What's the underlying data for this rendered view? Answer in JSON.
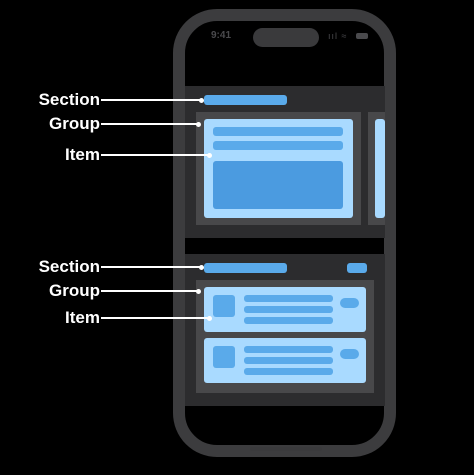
{
  "status_bar": {
    "time": "9:41",
    "icons": "ııl ≈"
  },
  "labels": {
    "section": "Section",
    "group": "Group",
    "item": "Item"
  },
  "colors": {
    "background": "#000000",
    "phone_frame": "#3c3c3e",
    "section_fill": "#2c2c2e",
    "group_fill": "#48484a",
    "item_fill": "#a9daff",
    "placeholder_bar": "#5aaaea"
  }
}
